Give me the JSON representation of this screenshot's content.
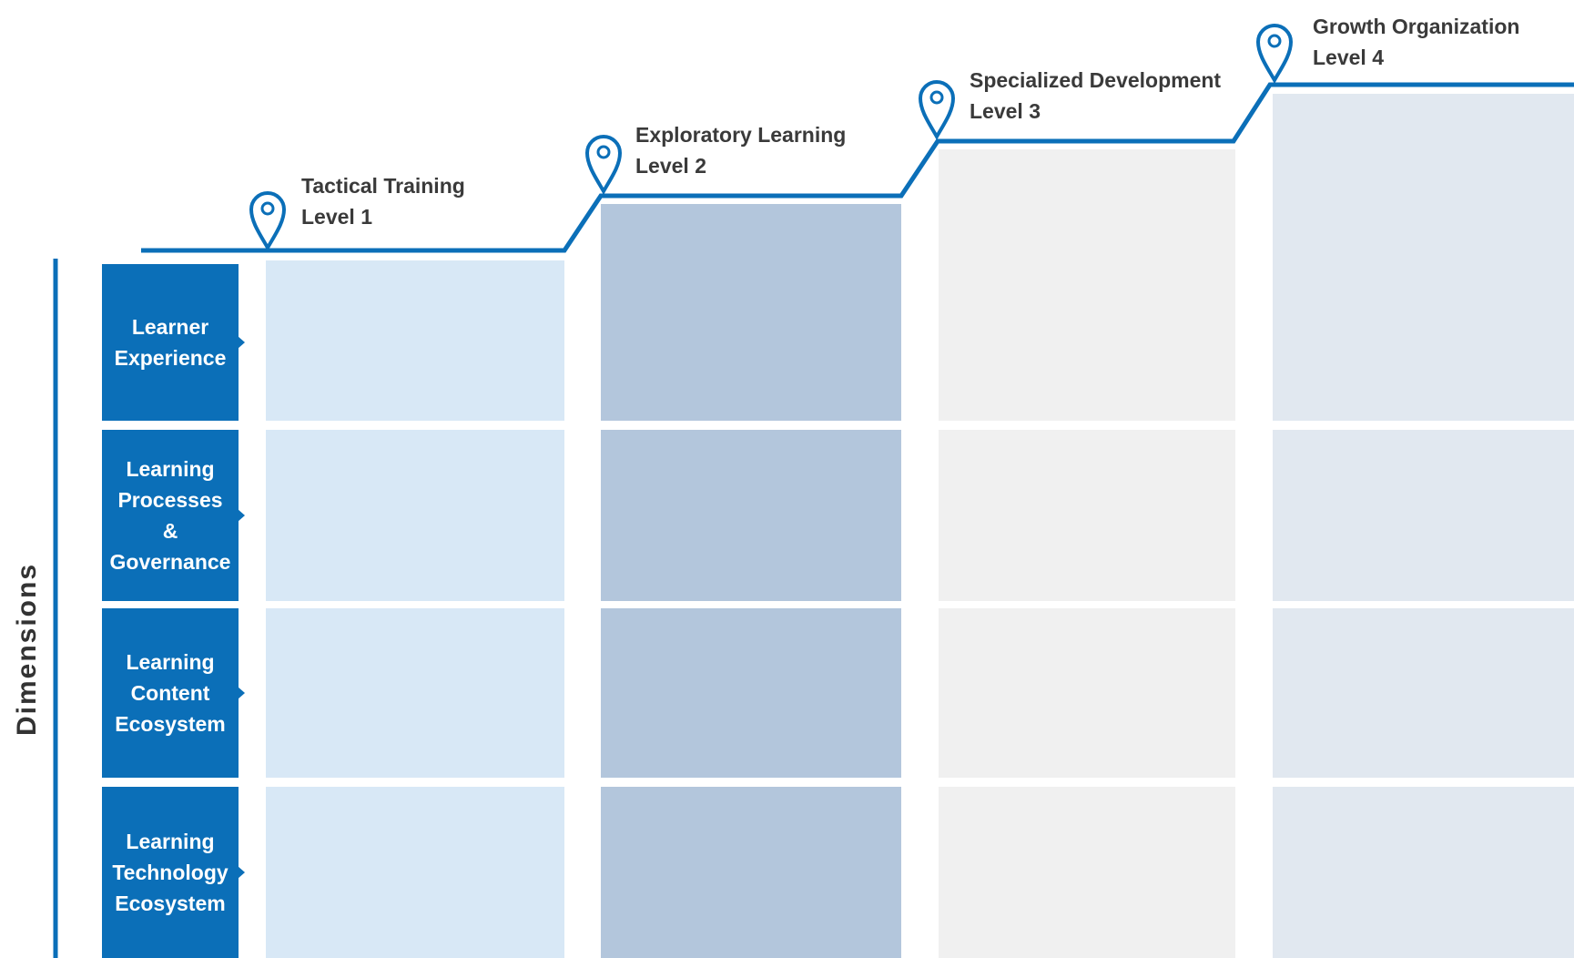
{
  "axis_label": "Dimensions",
  "colors": {
    "accent": "#0b6fb8",
    "level_1_cells": "#d8e8f6",
    "level_2_cells": "#b3c6dc",
    "level_3_cells": "#f0f0f0",
    "level_4_cells": "#e1e8f0",
    "text": "#3a3a3a"
  },
  "levels": [
    {
      "name": "Tactical Training",
      "number": "Level 1"
    },
    {
      "name": "Exploratory Learning",
      "number": "Level 2"
    },
    {
      "name": "Specialized Development",
      "number": "Level 3"
    },
    {
      "name": "Growth Organization",
      "number": "Level 4"
    }
  ],
  "dimensions": [
    {
      "label": "Learner\nExperience"
    },
    {
      "label": "Learning\nProcesses &\nGovernance"
    },
    {
      "label": "Learning\nContent\nEcosystem"
    },
    {
      "label": "Learning\nTechnology\nEcosystem"
    }
  ],
  "icons": {
    "level_marker": "location-pin-icon",
    "dimension_pointer": "triangle-right-icon"
  }
}
